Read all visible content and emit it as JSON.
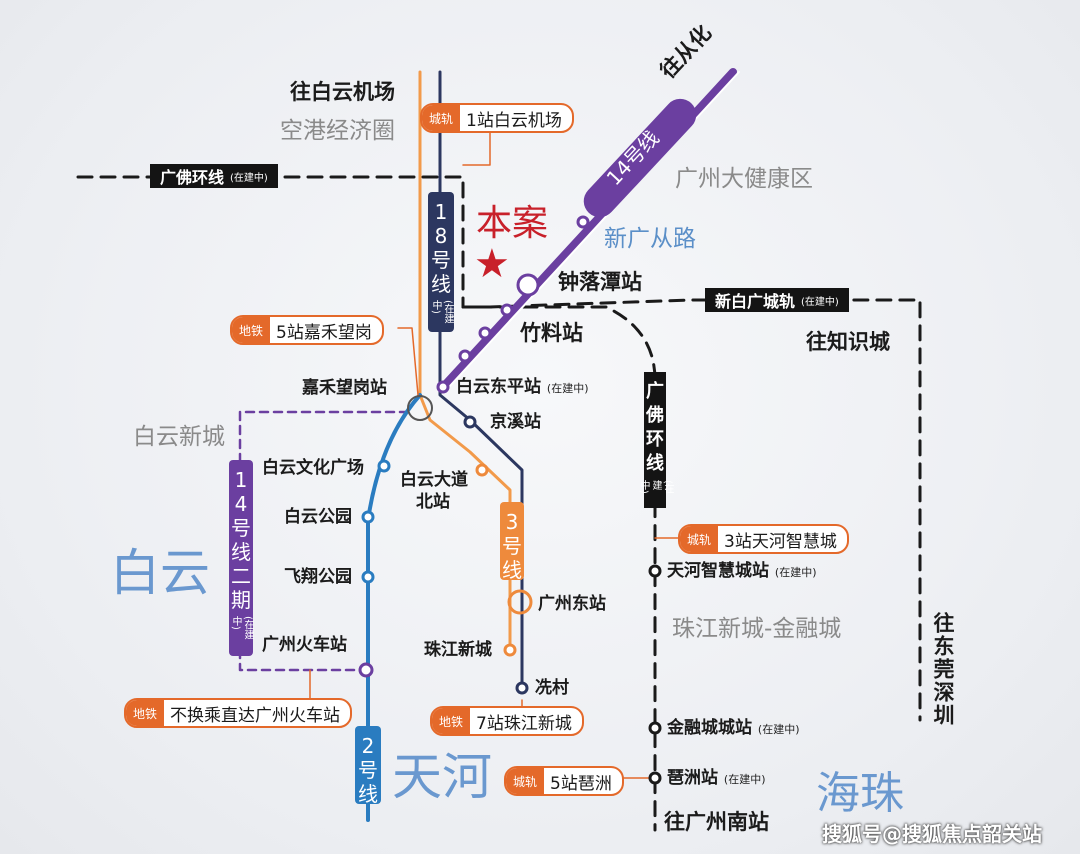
{
  "destinations": {
    "airport": "往白云机场",
    "conghua": "往从化",
    "zhishicheng": "往知识城",
    "dongguan": "往东莞深圳",
    "guangzhou_south": "往广州南站"
  },
  "areas": {
    "kongang": "空港经济圈",
    "dajiankang": "广州大健康区",
    "xinguangcong": "新广从路",
    "baiyun_xincheng": "白云新城",
    "zhujiang": "珠江新城-金融城",
    "baiyun_big": "白云",
    "tianhe_big": "天河",
    "haizhu_big": "海珠"
  },
  "project": {
    "label": "本案",
    "star": "★"
  },
  "stations": {
    "zhongluotan": "钟落潭站",
    "zhuliao": "竹料站",
    "baiyun_dongping": "白云东平站",
    "baiyun_dongping_note": "(在建中)",
    "jingxi": "京溪站",
    "jiahe": "嘉禾望岗站",
    "baiyun_wenhua": "白云文化广场",
    "baiyun_gongyuan": "白云公园",
    "feixiang": "飞翔公园",
    "huochezhan": "广州火车站",
    "baiyun_dadao_bei_1": "白云大道",
    "baiyun_dadao_bei_2": "北站",
    "guangzhou_dong": "广州东站",
    "zhujiang_xincheng": "珠江新城",
    "xiancun": "冼村",
    "tianhe_zhihui": "天河智慧城站",
    "tianhe_zhihui_note": "(在建中)",
    "jinrongcheng": "金融城城站",
    "jinrongcheng_note": "(在建中)",
    "pazhou": "琶洲站",
    "pazhou_note": "(在建中)"
  },
  "tags": [
    {
      "kind": "城轨",
      "text": "1站白云机场"
    },
    {
      "kind": "地铁",
      "text": "5站嘉禾望岗"
    },
    {
      "kind": "地铁",
      "text": "不换乘直达广州火车站"
    },
    {
      "kind": "地铁",
      "text": "7站珠江新城"
    },
    {
      "kind": "城轨",
      "text": "3站天河智慧城"
    },
    {
      "kind": "城轨",
      "text": "5站琶洲"
    }
  ],
  "boxes": {
    "guangfo_ring": {
      "label": "广佛环线",
      "note": "(在建中)"
    },
    "xinbai": {
      "label": "新白广城轨",
      "note": "(在建中)"
    }
  },
  "line_labels": {
    "line18": {
      "chars": [
        "1",
        "8",
        "号",
        "线"
      ],
      "note": "(在建中)"
    },
    "line14": "14号线",
    "line14_phase2": {
      "chars": [
        "1",
        "4",
        "号",
        "线",
        "二",
        "期"
      ],
      "note": "(在建中)"
    },
    "line3": {
      "chars": [
        "3",
        "号",
        "线"
      ]
    },
    "line2": {
      "chars": [
        "2",
        "号",
        "线"
      ]
    },
    "guangfo_vertical": {
      "chars": [
        "广",
        "佛",
        "环",
        "线"
      ],
      "note": "(在建中)"
    }
  },
  "watermark": "搜狐号@搜狐焦点韶关站",
  "colors": {
    "line14": "#6b3fa0",
    "line18": "#2c3760",
    "line2": "#2a7cc0",
    "line3": "#ee8a3c",
    "line18_orange": "#f29a4a",
    "tag": "#e4692a",
    "project": "#c8202a"
  }
}
